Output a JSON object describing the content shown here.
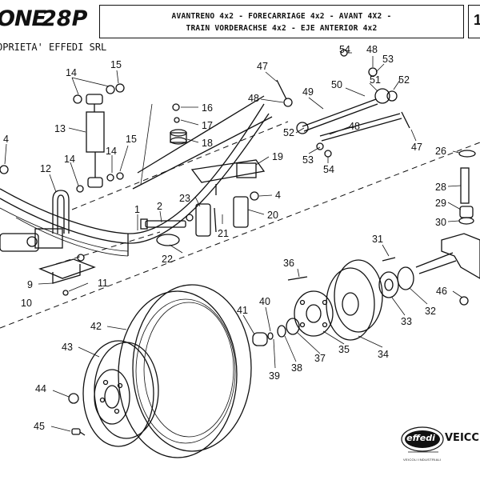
{
  "header": {
    "brand": "ONE",
    "model": "28P",
    "title_line1": "AVANTRENO 4x2 - FORECARRIAGE 4x2 - AVANT 4X2 -",
    "title_line2": "TRAIN VORDERACHSE 4x2 - EJE ANTERIOR 4x2",
    "page_ref": "1",
    "ownership": "OPRIETA' EFFEDI SRL"
  },
  "callouts": [
    "4",
    "15",
    "14",
    "13",
    "14",
    "15",
    "16",
    "17",
    "18",
    "12",
    "1",
    "2",
    "23",
    "19",
    "4",
    "21",
    "20",
    "22",
    "9",
    "10",
    "11",
    "47",
    "48",
    "54",
    "48",
    "53",
    "51",
    "50",
    "52",
    "49",
    "52",
    "48",
    "53",
    "54",
    "47",
    "26",
    "28",
    "29",
    "30",
    "31",
    "36",
    "41",
    "40",
    "39",
    "38",
    "37",
    "35",
    "34",
    "33",
    "32",
    "46",
    "42",
    "43",
    "44",
    "45"
  ],
  "logo": {
    "name": "effedi",
    "tagline": "VEICOLI INDUSTRIALI",
    "company": "VEICC"
  }
}
